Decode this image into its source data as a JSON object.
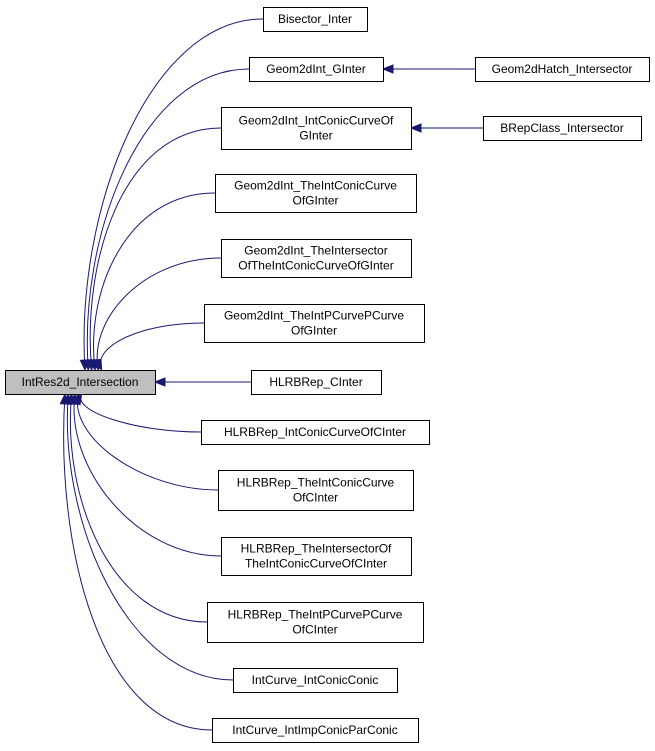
{
  "diagram": {
    "title": "",
    "colors": {
      "edge": "#191970",
      "root_fill": "#bfbfbf",
      "node_fill": "#ffffff",
      "border": "#000000"
    },
    "nodes": [
      {
        "id": "IntRes2d_Intersection",
        "lines": [
          "IntRes2d_Intersection"
        ],
        "root": true
      },
      {
        "id": "Bisector_Inter",
        "lines": [
          "Bisector_Inter"
        ]
      },
      {
        "id": "Geom2dInt_GInter",
        "lines": [
          "Geom2dInt_GInter"
        ]
      },
      {
        "id": "Geom2dHatch_Intersector",
        "lines": [
          "Geom2dHatch_Intersector"
        ]
      },
      {
        "id": "Geom2dInt_IntConicCurveOfGInter",
        "lines": [
          "Geom2dInt_IntConicCurveOf",
          "GInter"
        ]
      },
      {
        "id": "BRepClass_Intersector",
        "lines": [
          "BRepClass_Intersector"
        ]
      },
      {
        "id": "Geom2dInt_TheIntConicCurveOfGInter",
        "lines": [
          "Geom2dInt_TheIntConicCurve",
          "OfGInter"
        ]
      },
      {
        "id": "Geom2dInt_TheIntersectorOfTheIntConicCurveOfGInter",
        "lines": [
          "Geom2dInt_TheIntersector",
          "OfTheIntConicCurveOfGInter"
        ]
      },
      {
        "id": "Geom2dInt_TheIntPCurvePCurveOfGInter",
        "lines": [
          "Geom2dInt_TheIntPCurvePCurve",
          "OfGInter"
        ]
      },
      {
        "id": "HLRBRep_CInter",
        "lines": [
          "HLRBRep_CInter"
        ]
      },
      {
        "id": "HLRBRep_IntConicCurveOfCInter",
        "lines": [
          "HLRBRep_IntConicCurveOfCInter"
        ]
      },
      {
        "id": "HLRBRep_TheIntConicCurveOfCInter",
        "lines": [
          "HLRBRep_TheIntConicCurve",
          "OfCInter"
        ]
      },
      {
        "id": "HLRBRep_TheIntersectorOfTheIntConicCurveOfCInter",
        "lines": [
          "HLRBRep_TheIntersectorOf",
          "TheIntConicCurveOfCInter"
        ]
      },
      {
        "id": "HLRBRep_TheIntPCurvePCurveOfCInter",
        "lines": [
          "HLRBRep_TheIntPCurvePCurve",
          "OfCInter"
        ]
      },
      {
        "id": "IntCurve_IntConicConic",
        "lines": [
          "IntCurve_IntConicConic"
        ]
      },
      {
        "id": "IntCurve_IntImpConicParConic",
        "lines": [
          "IntCurve_IntImpConicParConic"
        ]
      }
    ],
    "edges": [
      {
        "from": "Bisector_Inter",
        "to": "IntRes2d_Intersection"
      },
      {
        "from": "Geom2dInt_GInter",
        "to": "IntRes2d_Intersection"
      },
      {
        "from": "Geom2dInt_IntConicCurveOfGInter",
        "to": "IntRes2d_Intersection"
      },
      {
        "from": "Geom2dInt_TheIntConicCurveOfGInter",
        "to": "IntRes2d_Intersection"
      },
      {
        "from": "Geom2dInt_TheIntersectorOfTheIntConicCurveOfGInter",
        "to": "IntRes2d_Intersection"
      },
      {
        "from": "Geom2dInt_TheIntPCurvePCurveOfGInter",
        "to": "IntRes2d_Intersection"
      },
      {
        "from": "HLRBRep_CInter",
        "to": "IntRes2d_Intersection"
      },
      {
        "from": "HLRBRep_IntConicCurveOfCInter",
        "to": "IntRes2d_Intersection"
      },
      {
        "from": "HLRBRep_TheIntConicCurveOfCInter",
        "to": "IntRes2d_Intersection"
      },
      {
        "from": "HLRBRep_TheIntersectorOfTheIntConicCurveOfCInter",
        "to": "IntRes2d_Intersection"
      },
      {
        "from": "HLRBRep_TheIntPCurvePCurveOfCInter",
        "to": "IntRes2d_Intersection"
      },
      {
        "from": "IntCurve_IntConicConic",
        "to": "IntRes2d_Intersection"
      },
      {
        "from": "IntCurve_IntImpConicParConic",
        "to": "IntRes2d_Intersection"
      },
      {
        "from": "Geom2dHatch_Intersector",
        "to": "Geom2dInt_GInter"
      },
      {
        "from": "BRepClass_Intersector",
        "to": "Geom2dInt_IntConicCurveOfGInter"
      }
    ]
  }
}
